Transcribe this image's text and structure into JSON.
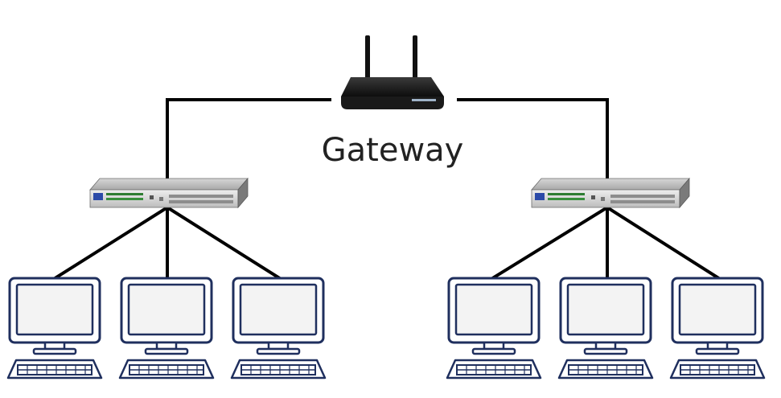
{
  "gateway": {
    "label": "Gateway",
    "icon": "router-icon"
  },
  "switches": [
    {
      "icon": "network-switch-icon",
      "computers": 3
    },
    {
      "icon": "network-switch-icon",
      "computers": 3
    }
  ],
  "computer_icon": "desktop-computer-icon",
  "colors": {
    "line": "#000000",
    "monitor_outline": "#1f2f5e",
    "monitor_screen": "#f3f3f3",
    "router_body": "#1c1c1c",
    "switch_body": "#8a8a8a"
  }
}
